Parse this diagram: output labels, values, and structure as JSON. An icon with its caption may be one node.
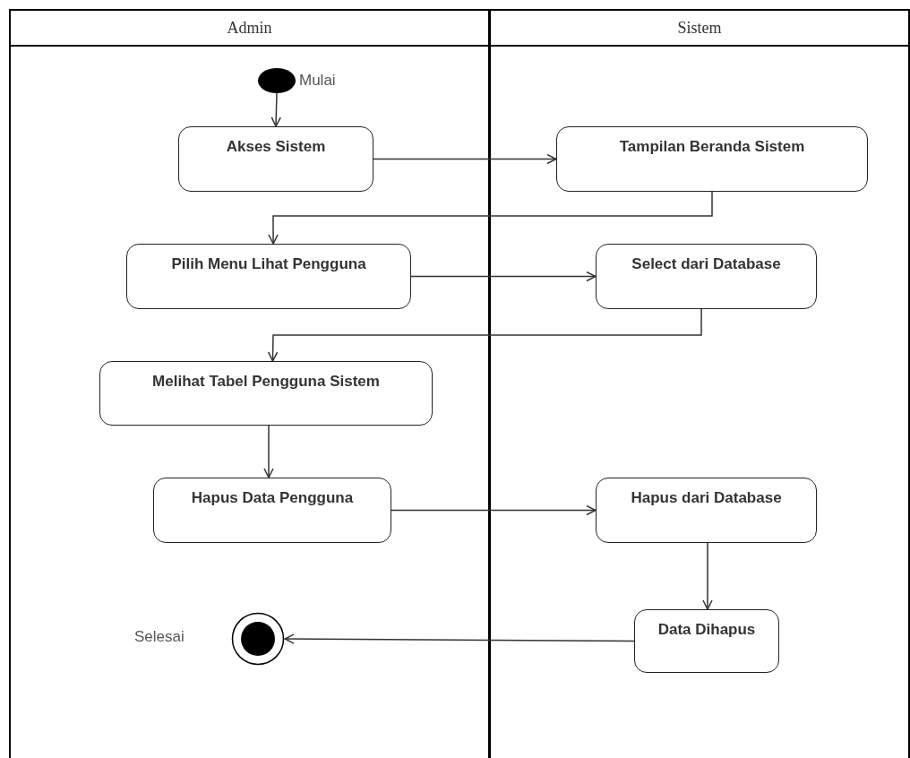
{
  "diagram": {
    "nodes": [
      {
        "text": [
          "Admin"
        ]
      },
      {
        "text": [
          "Sistem"
        ]
      },
      {
        "text": [],
        "shape": "circle",
        "in": 0,
        "beside": [
          "Mulai"
        ]
      },
      {
        "text": [
          "Akses Sistem"
        ],
        "in": 0
      },
      {
        "text": [
          "Tampilan Beranda Sistem"
        ],
        "in": 1
      },
      {
        "text": [
          "Pilih Menu Lihat Pengguna"
        ],
        "in": 0
      },
      {
        "text": [
          "Select dari Database"
        ],
        "in": 1
      },
      {
        "text": [
          "Melihat Tabel Pengguna Sistem"
        ],
        "in": 0
      },
      {
        "text": [
          "Hapus Data Pengguna"
        ],
        "in": 0
      },
      {
        "text": [
          "Hapus dari Database"
        ],
        "in": 1
      },
      {
        "text": [
          "Data Dihapus"
        ],
        "in": 1
      },
      {
        "text": [],
        "shape": "circle",
        "in": 0,
        "beside": [
          "Selesai"
        ]
      }
    ],
    "edges": [
      {
        "from": 2,
        "to": 3,
        "arrow": "to"
      },
      {
        "from": 3,
        "to": 4,
        "arrow": "to"
      },
      {
        "from": 4,
        "to": 5,
        "arrow": "to"
      },
      {
        "from": 5,
        "to": 6,
        "arrow": "to"
      },
      {
        "from": 6,
        "to": 7,
        "arrow": "to"
      },
      {
        "from": 7,
        "to": 8,
        "arrow": "to"
      },
      {
        "from": 8,
        "to": 9,
        "arrow": "to"
      },
      {
        "from": 9,
        "to": 10,
        "arrow": "to"
      },
      {
        "from": 10,
        "to": 11,
        "arrow": "to"
      }
    ]
  }
}
